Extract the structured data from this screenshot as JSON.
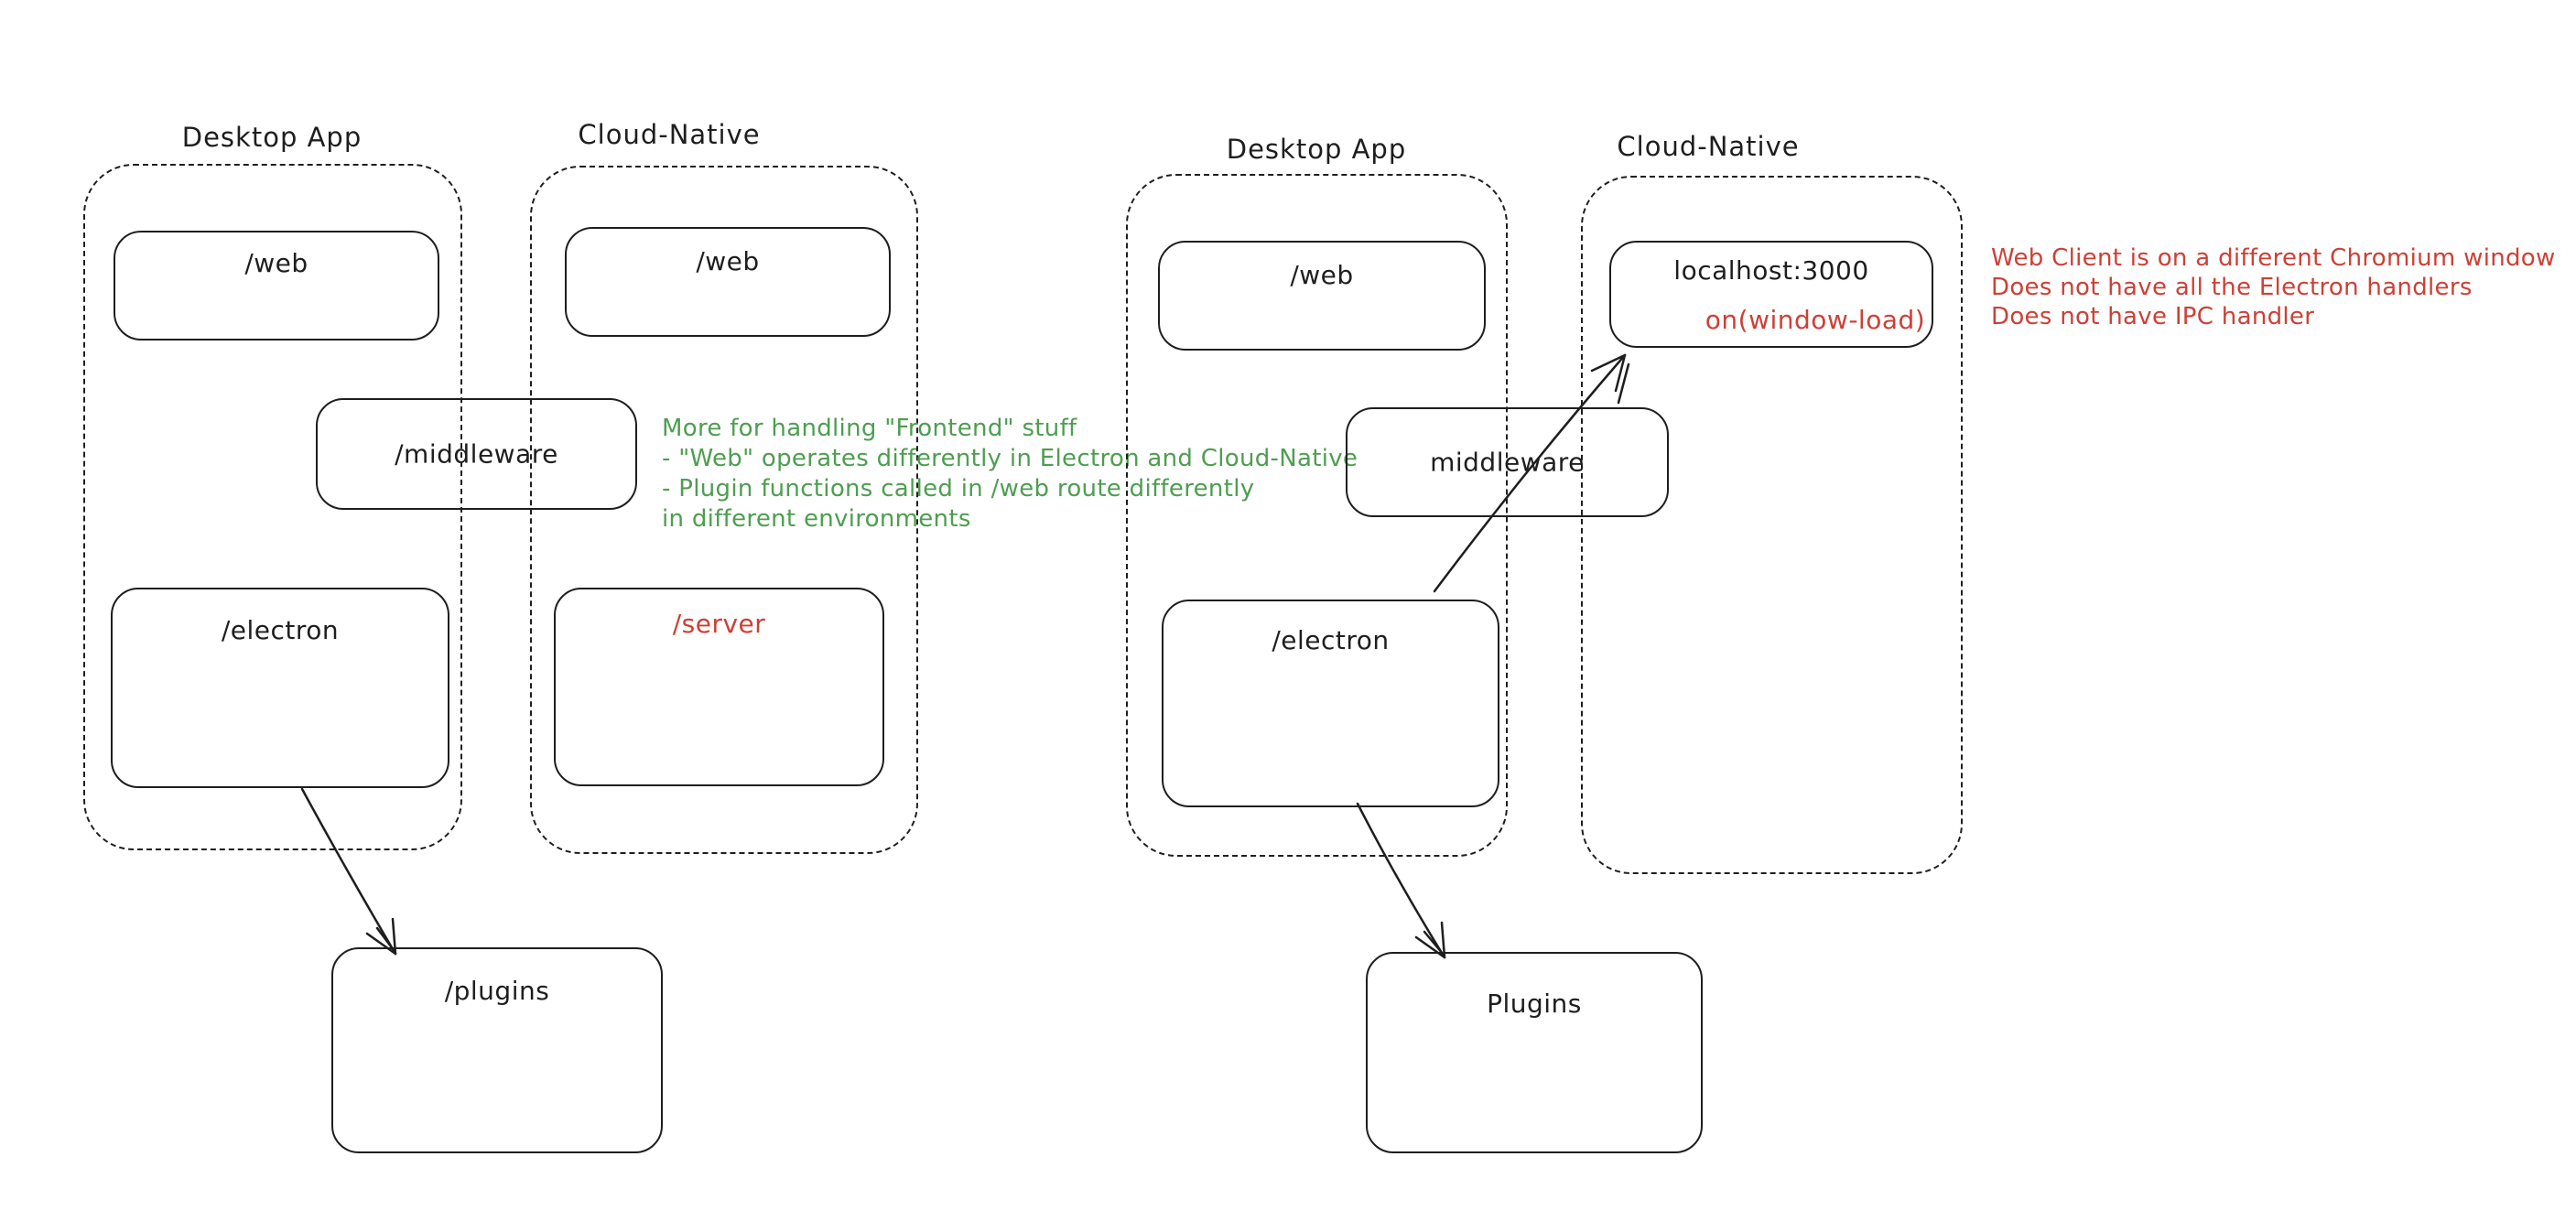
{
  "colors": {
    "background": "#ffffff",
    "stroke": "#1e1e1e",
    "green": "#4d9e50",
    "red": "#cd4036"
  },
  "left": {
    "desktop_group_title": "Desktop App",
    "cloud_group_title": "Cloud-Native",
    "desktop_web_label": "/web",
    "cloud_web_label": "/web",
    "middleware_label": "/middleware",
    "electron_label": "/electron",
    "server_label": "/server",
    "plugins_label": "/plugins",
    "note": {
      "lines": [
        "More for handling \"Frontend\" stuff",
        "- \"Web\" operates differently in Electron and Cloud-Native",
        "- Plugin functions called in /web route differently",
        "in different environments"
      ]
    }
  },
  "right": {
    "desktop_group_title": "Desktop App",
    "cloud_group_title": "Cloud-Native",
    "desktop_web_label": "/web",
    "localhost_label": "localhost:3000",
    "window_load_label": "on(window-load)",
    "middleware_label": "middleware",
    "electron_label": "/electron",
    "plugins_label": "Plugins",
    "note": {
      "lines": [
        "Web Client is on a different Chromium window",
        "Does not have all the Electron handlers",
        "Does not have IPC handler"
      ]
    }
  }
}
